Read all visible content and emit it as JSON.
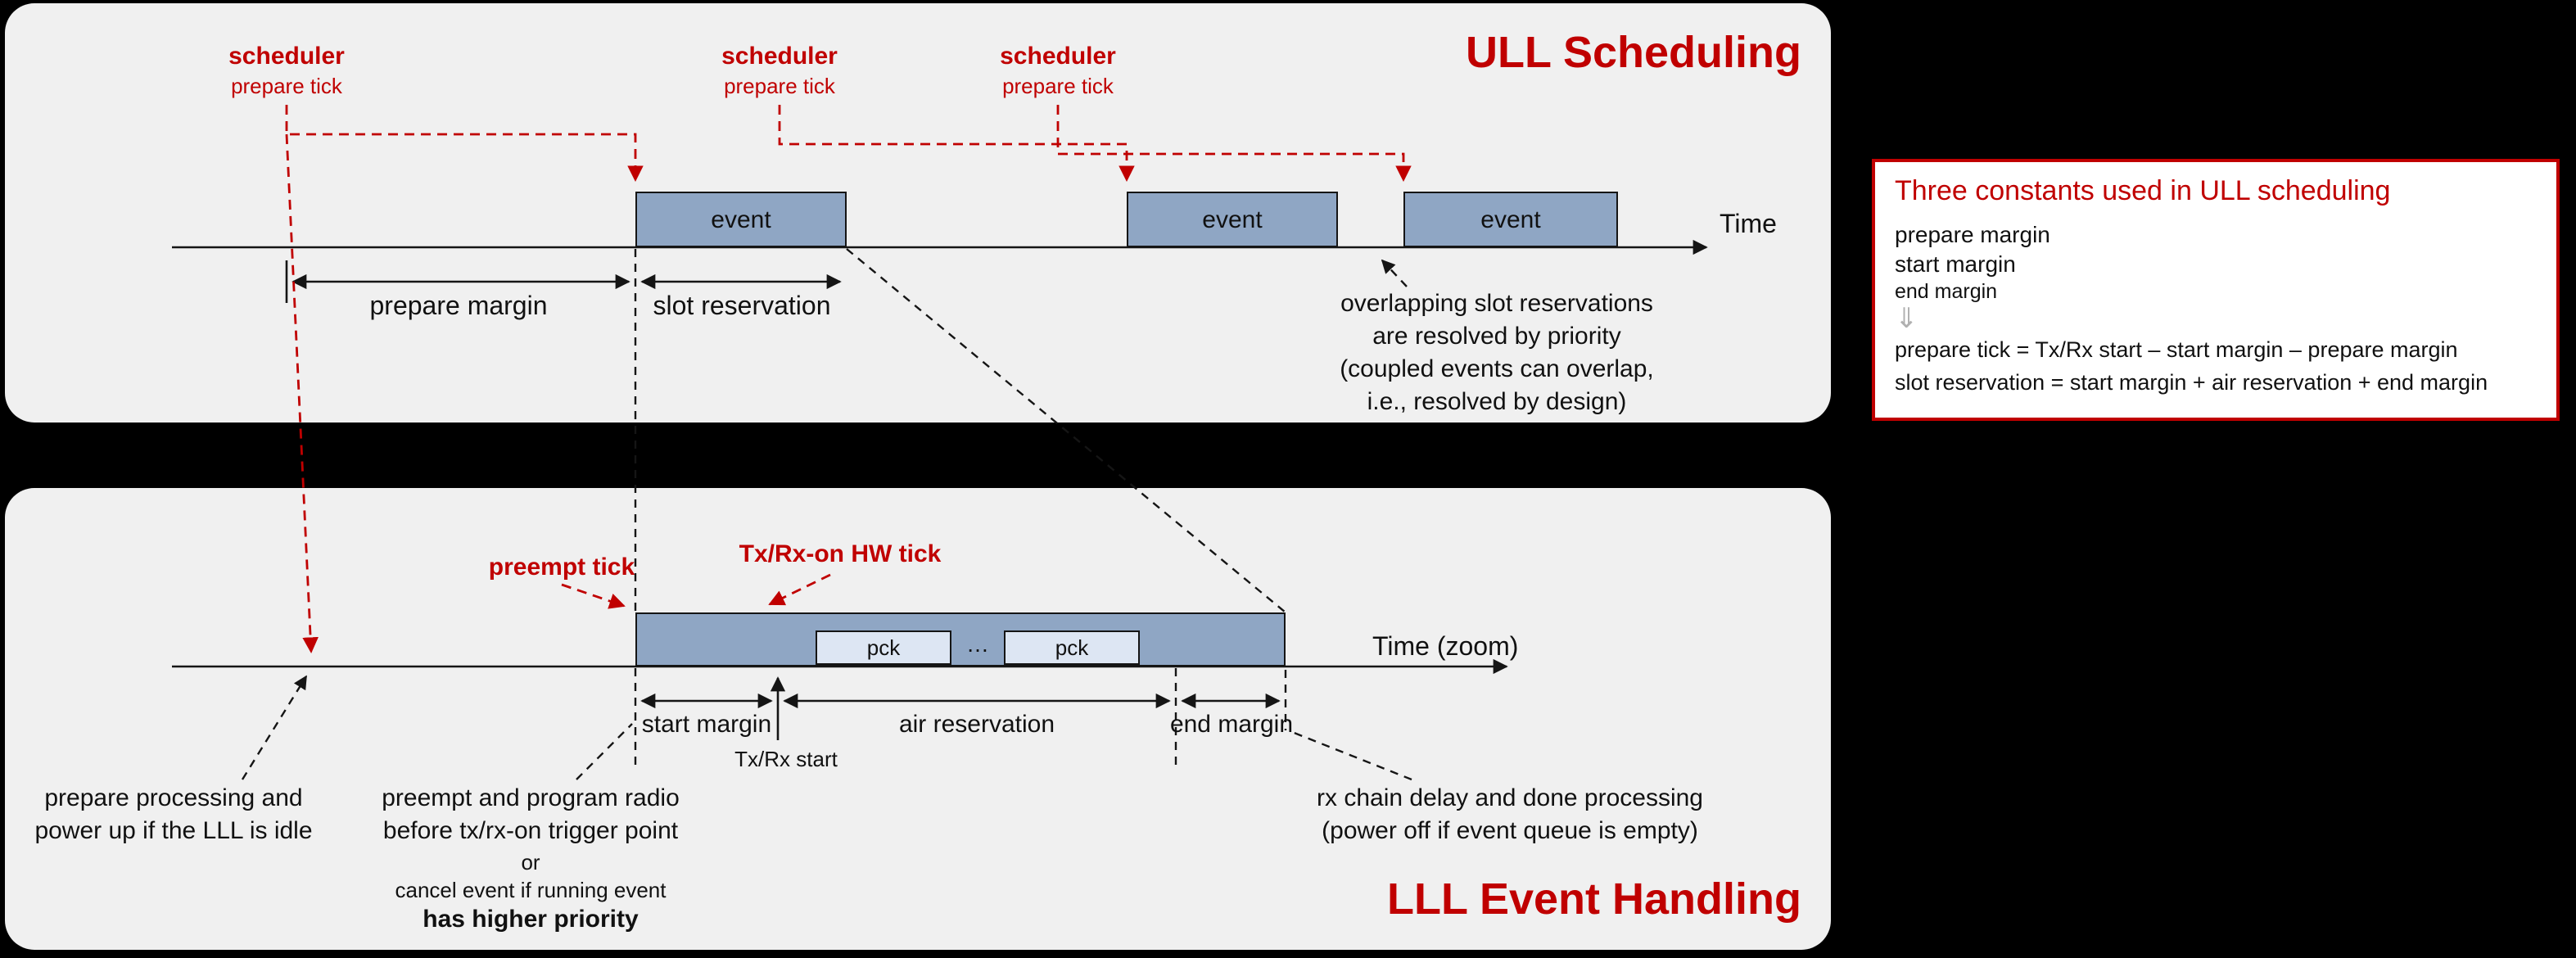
{
  "background_color": "#000000",
  "accent_color": "#c00000",
  "event_fill_color": "#8fa6c4",
  "packet_fill_color": "#dde6f3",
  "ull": {
    "title": "ULL Scheduling",
    "time_axis_label": "Time",
    "scheduler_ticks": [
      {
        "name": "scheduler",
        "sub": "prepare tick"
      },
      {
        "name": "scheduler",
        "sub": "prepare tick"
      },
      {
        "name": "scheduler",
        "sub": "prepare tick"
      }
    ],
    "events": [
      {
        "label": "event"
      },
      {
        "label": "event"
      },
      {
        "label": "event"
      }
    ],
    "prepare_margin_label": "prepare margin",
    "slot_reservation_label": "slot reservation",
    "overlap_note": [
      "overlapping slot reservations",
      "are resolved by priority",
      "(coupled events can overlap,",
      "i.e., resolved by design)"
    ]
  },
  "constants_box": {
    "title": "Three constants used in ULL scheduling",
    "constants": [
      "prepare margin",
      "start margin",
      "end margin"
    ],
    "implies_glyph": "⇓",
    "formulas": [
      "prepare tick = Tx/Rx start – start margin – prepare margin",
      "slot reservation = start margin + air reservation + end margin"
    ]
  },
  "lll": {
    "title": "LLL Event Handling",
    "time_axis_label": "Time (zoom)",
    "preempt_tick_label": "preempt tick",
    "txrx_on_tick_label": "Tx/Rx-on HW tick",
    "packets": [
      "pck",
      "pck"
    ],
    "ellipsis": "…",
    "start_margin_label": "start margin",
    "air_reservation_label": "air reservation",
    "end_margin_label": "end margin",
    "txrx_start_label": "Tx/Rx start",
    "note_prepare": [
      "prepare processing and",
      "power up if the LLL is idle"
    ],
    "note_preempt": [
      "preempt and program radio",
      "before tx/rx-on trigger point",
      "or",
      "cancel event if running event",
      "has higher priority"
    ],
    "note_rx": [
      "rx chain delay and done processing",
      "(power off if event queue is empty)"
    ]
  }
}
